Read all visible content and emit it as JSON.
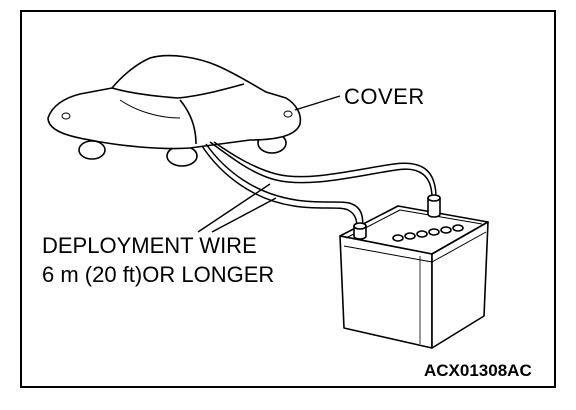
{
  "labels": {
    "cover": "COVER",
    "wire_line1": "DEPLOYMENT WIRE",
    "wire_line2": "6 m (20 ft)OR LONGER",
    "figure_code": "ACX01308AC"
  },
  "icons": {
    "car": "covered-car-icon",
    "battery": "car-battery-icon"
  },
  "colors": {
    "line": "#000000",
    "background": "#ffffff"
  }
}
